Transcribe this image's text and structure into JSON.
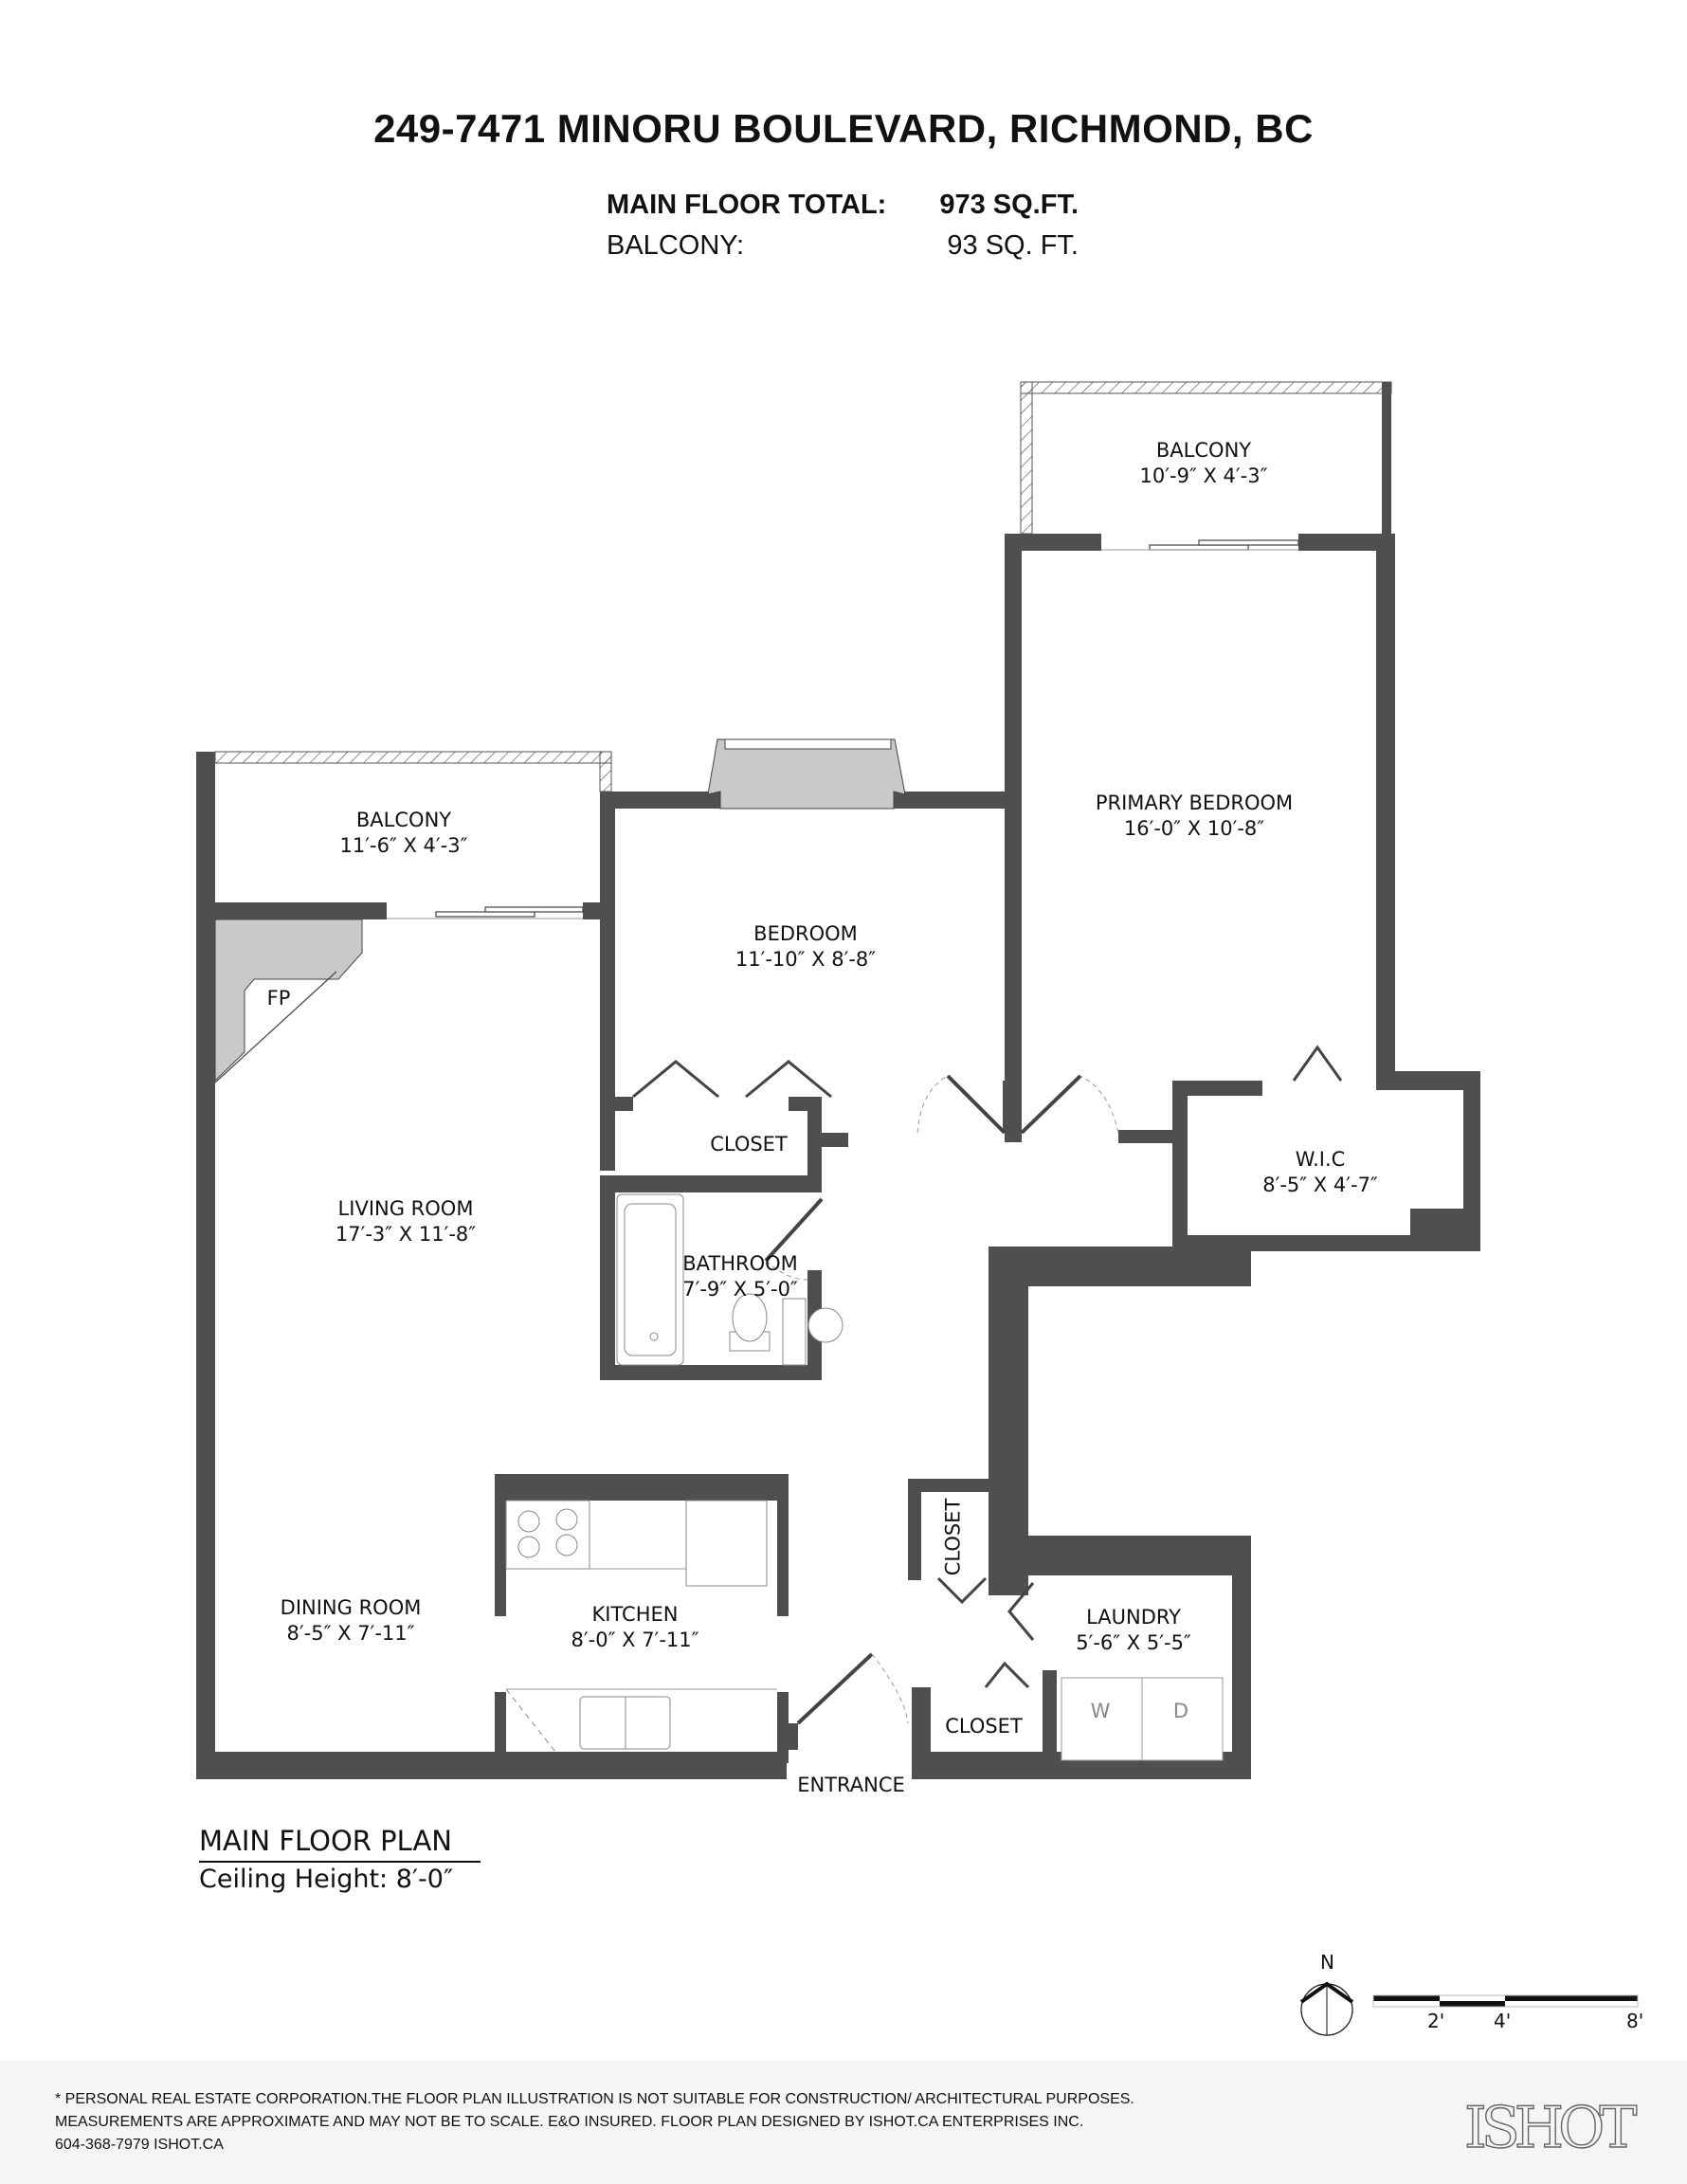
{
  "header": {
    "address": "249-7471 MINORU BOULEVARD, RICHMOND, BC",
    "areas": [
      {
        "label": "MAIN FLOOR TOTAL:",
        "value": "973 SQ.FT.",
        "bold": true
      },
      {
        "label": "BALCONY:",
        "value": "93 SQ. FT.",
        "bold": false
      }
    ]
  },
  "rooms": {
    "balcony_primary": {
      "name": "BALCONY",
      "dims": "10′-9″ X 4′-3″"
    },
    "balcony_living": {
      "name": "BALCONY",
      "dims": "11′-6″ X 4′-3″"
    },
    "primary_bedroom": {
      "name": "PRIMARY BEDROOM",
      "dims": "16′-0″ X 10′-8″"
    },
    "bedroom": {
      "name": "BEDROOM",
      "dims": "11′-10″ X 8′-8″"
    },
    "fireplace": {
      "name": "FP"
    },
    "bedroom_closet": {
      "name": "CLOSET"
    },
    "living_room": {
      "name": "LIVING ROOM",
      "dims": "17′-3″ X 11′-8″"
    },
    "bathroom": {
      "name": "BATHROOM",
      "dims": "7′-9″ X 5′-0″"
    },
    "wic": {
      "name": "W.I.C",
      "dims": "8′-5″ X 4′-7″"
    },
    "dining_room": {
      "name": "DINING ROOM",
      "dims": "8′-5″ X 7′-11″"
    },
    "kitchen": {
      "name": "KITCHEN",
      "dims": "8′-0″ X 7′-11″"
    },
    "hall_closet": {
      "name": "CLOSET"
    },
    "entry_closet": {
      "name": "CLOSET"
    },
    "laundry": {
      "name": "LAUNDRY",
      "dims": "5′-6″ X 5′-5″"
    },
    "washer": {
      "name": "W"
    },
    "dryer": {
      "name": "D"
    },
    "entrance": {
      "name": "ENTRANCE"
    }
  },
  "plan_info": {
    "title": "MAIN FLOOR PLAN",
    "ceiling": "Ceiling Height: 8′-0″"
  },
  "compass": {
    "north_label": "N"
  },
  "scale_bar": {
    "ticks": [
      "2'",
      "4'",
      "8'"
    ]
  },
  "footer": {
    "lines": [
      "* PERSONAL REAL ESTATE CORPORATION.THE FLOOR PLAN ILLUSTRATION IS NOT SUITABLE FOR CONSTRUCTION/ ARCHITECTURAL PURPOSES.",
      "MEASUREMENTS ARE APPROXIMATE AND MAY NOT BE TO SCALE. E&O INSURED. FLOOR PLAN DESIGNED BY ISHOT.CA ENTERPRISES INC.",
      "604-368-7979  ISHOT.CA"
    ],
    "logo": "ISHOT"
  },
  "colors": {
    "wall": "#4f4f4f",
    "fixture_gray": "#c8c9ca",
    "footer_bg": "#f5f5f5"
  }
}
